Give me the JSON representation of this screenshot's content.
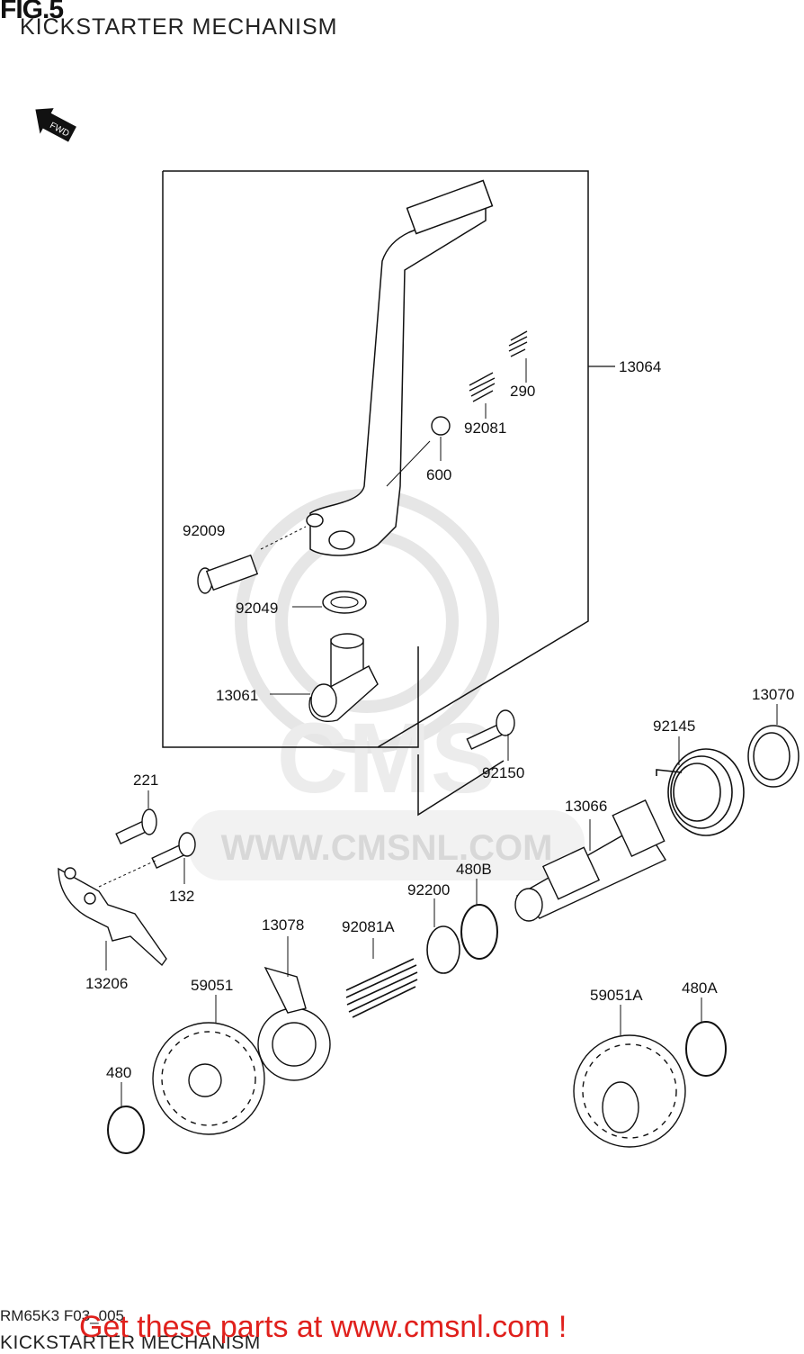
{
  "header": {
    "fig_title": "FIG.5",
    "caption": "KICKSTARTER MECHANISM"
  },
  "direction_marker": {
    "text": "FWD",
    "icon": "forward-arrow-icon"
  },
  "watermark": {
    "logo_text": "CMS",
    "url_text": "WWW.CMSNL.COM"
  },
  "part_labels": {
    "p13064": "13064",
    "p290": "290",
    "p92081": "92081",
    "p600": "600",
    "p92009": "92009",
    "p92049": "92049",
    "p13061": "13061",
    "p13070": "13070",
    "p92145": "92145",
    "p92150": "92150",
    "p221": "221",
    "p13066": "13066",
    "p480B": "480B",
    "p132": "132",
    "p92200": "92200",
    "p13078": "13078",
    "p92081A": "92081A",
    "p13206": "13206",
    "p59051": "59051",
    "p59051A": "59051A",
    "p480A": "480A",
    "p480": "480"
  },
  "footer": {
    "code": "RM65K3 F03_005",
    "caption": "KICKSTARTER MECHANISM",
    "cta": "Get these parts at www.cmsnl.com !"
  },
  "colors": {
    "cta": "#e0201c",
    "line": "#111111",
    "watermark": "#e4e4e4"
  }
}
